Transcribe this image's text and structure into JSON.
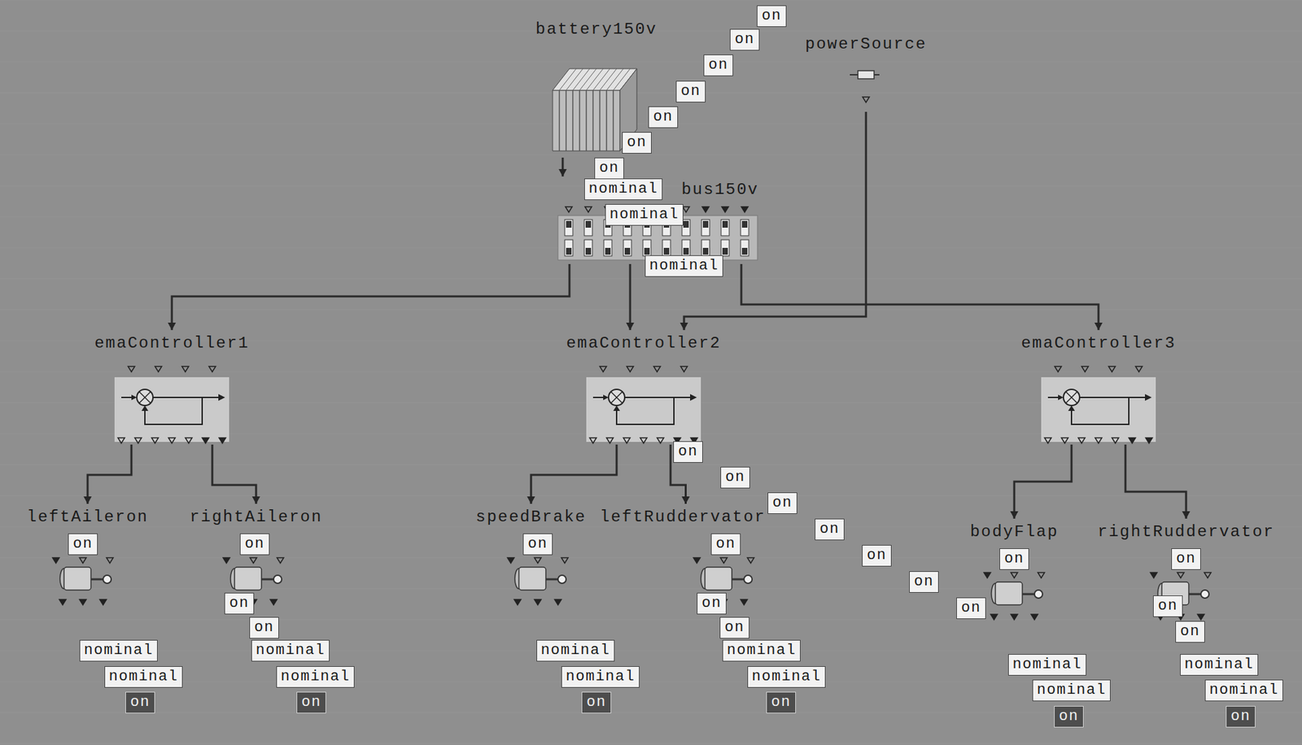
{
  "diagram": {
    "nodes": [
      {
        "text": [
          "battery150v"
        ]
      },
      {
        "text": [
          "powerSource"
        ]
      },
      {
        "text": [
          "bus150v"
        ]
      },
      {
        "text": [
          "emaController1"
        ]
      },
      {
        "text": [
          "emaController2"
        ]
      },
      {
        "text": [
          "emaController3"
        ]
      },
      {
        "text": [
          "leftAileron"
        ]
      },
      {
        "text": [
          "rightAileron"
        ]
      },
      {
        "text": [
          "speedBrake"
        ]
      },
      {
        "text": [
          "leftRuddervator"
        ]
      },
      {
        "text": [
          "bodyFlap"
        ]
      },
      {
        "text": [
          "rightRuddervator"
        ]
      }
    ],
    "edges": [
      {
        "from": 0,
        "to": 2,
        "arrow": "to"
      },
      {
        "from": 2,
        "to": 3,
        "arrow": "to"
      },
      {
        "from": 2,
        "to": 4,
        "arrow": "to"
      },
      {
        "from": 2,
        "to": 5,
        "arrow": "to"
      },
      {
        "from": 1,
        "to": 4,
        "arrow": "to"
      },
      {
        "from": 3,
        "to": 6,
        "arrow": "to"
      },
      {
        "from": 3,
        "to": 7,
        "arrow": "to"
      },
      {
        "from": 4,
        "to": 8,
        "arrow": "to"
      },
      {
        "from": 4,
        "to": 9,
        "arrow": "to"
      },
      {
        "from": 5,
        "to": 10,
        "arrow": "to"
      },
      {
        "from": 5,
        "to": 11,
        "arrow": "to"
      }
    ],
    "labels": [
      "on",
      "on",
      "on",
      "on",
      "on",
      "on",
      "on",
      "nominal",
      "nominal",
      "nominal",
      "on",
      "on",
      "on",
      "on",
      "on",
      "on",
      "on",
      "on",
      "on",
      "on",
      "on",
      "on",
      "on",
      "on",
      "on",
      "on",
      "on",
      "on",
      "on",
      "nominal",
      "nominal",
      "on",
      "nominal",
      "nominal",
      "on",
      "nominal",
      "nominal",
      "on",
      "nominal",
      "nominal",
      "on",
      "nominal",
      "nominal",
      "on",
      "nominal",
      "nominal",
      "on"
    ]
  }
}
